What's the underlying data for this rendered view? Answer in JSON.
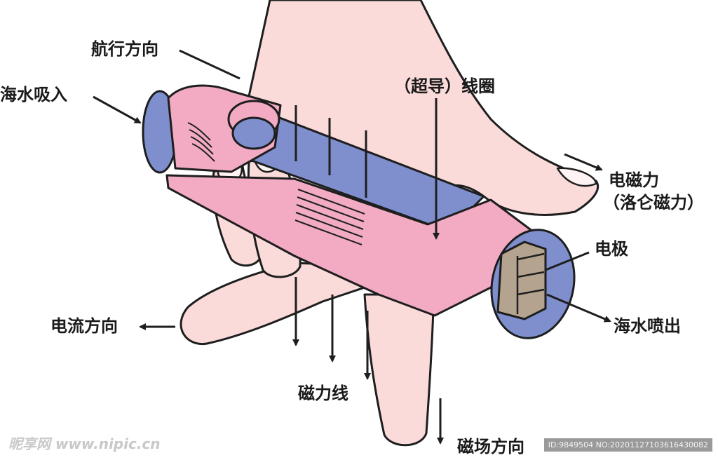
{
  "labels": {
    "sail_direction": "航行方向",
    "seawater_intake": "海水吸入",
    "coil": "（超导）线圈",
    "em_force_line1": "电磁力",
    "em_force_line2": "（洛仑磁力）",
    "electrode": "电极",
    "current_direction": "电流方向",
    "seawater_output": "海水喷出",
    "field_lines": "磁力线",
    "field_direction": "磁场方向"
  },
  "watermark": {
    "site": "昵享网 www.nipic.cn",
    "id_text": "ID:9849504 NO:20201127103616430082"
  },
  "colors": {
    "skin": "#fbdada",
    "skin_outline": "#1e1e1e",
    "tube_blue": "#7f8fce",
    "coil_pink": "#f2abc3",
    "electrode_tan": "#b3a38f"
  }
}
